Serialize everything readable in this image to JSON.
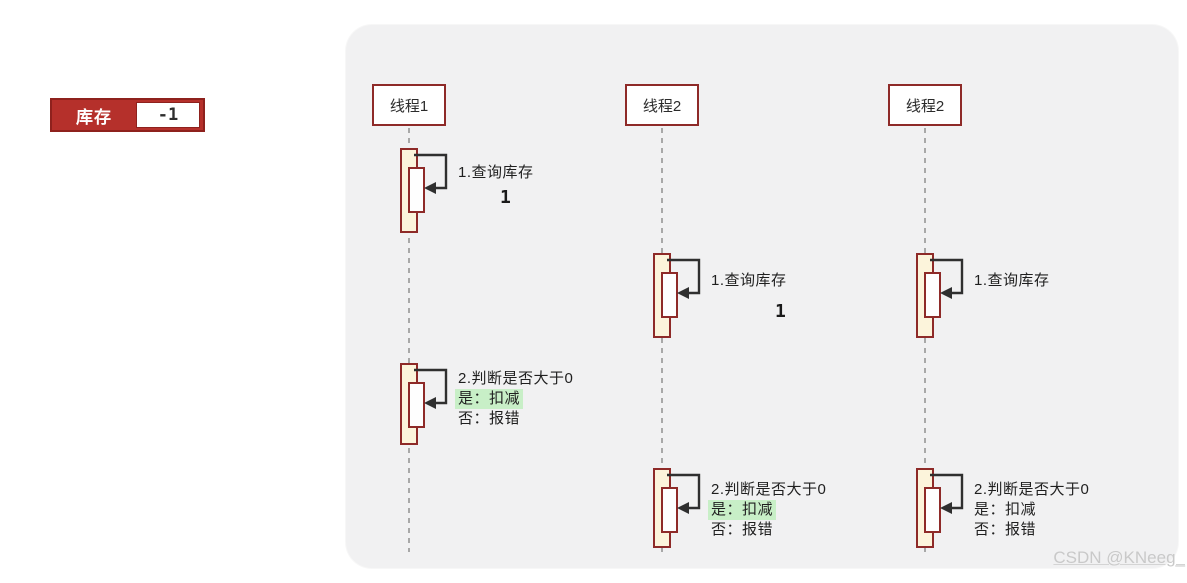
{
  "inventory": {
    "label": "库存",
    "value": "-1"
  },
  "panel": {
    "lanes": [
      {
        "title": "线程1",
        "act1": {
          "label": "1.查询库存",
          "result": "1"
        },
        "act2": {
          "line1": "2.判断是否大于0",
          "line2": "是：扣减",
          "line2_highlight": true,
          "line3": "否：报错"
        }
      },
      {
        "title": "线程2",
        "act1": {
          "label": "1.查询库存",
          "result": "1"
        },
        "act2": {
          "line1": "2.判断是否大于0",
          "line2": "是：扣减",
          "line2_highlight": true,
          "line3": "否：报错"
        }
      },
      {
        "title": "线程2",
        "act1": {
          "label": "1.查询库存",
          "result": ""
        },
        "act2": {
          "line1": "2.判断是否大于0",
          "line2": "是：扣减",
          "line2_highlight": false,
          "line3": "否：报错"
        }
      }
    ]
  },
  "watermark": "CSDN @KNeeg_",
  "colors": {
    "accent_red": "#b5302b",
    "border_red": "#8e2a28",
    "bar_fill": "#fcf4db",
    "highlight_green": "#c8efc7",
    "panel_bg": "#f1f1f2",
    "lifeline_gray": "#a8a8a8",
    "arrow_dark": "#2f2f2f",
    "watermark_gray": "#c9c9c9"
  }
}
